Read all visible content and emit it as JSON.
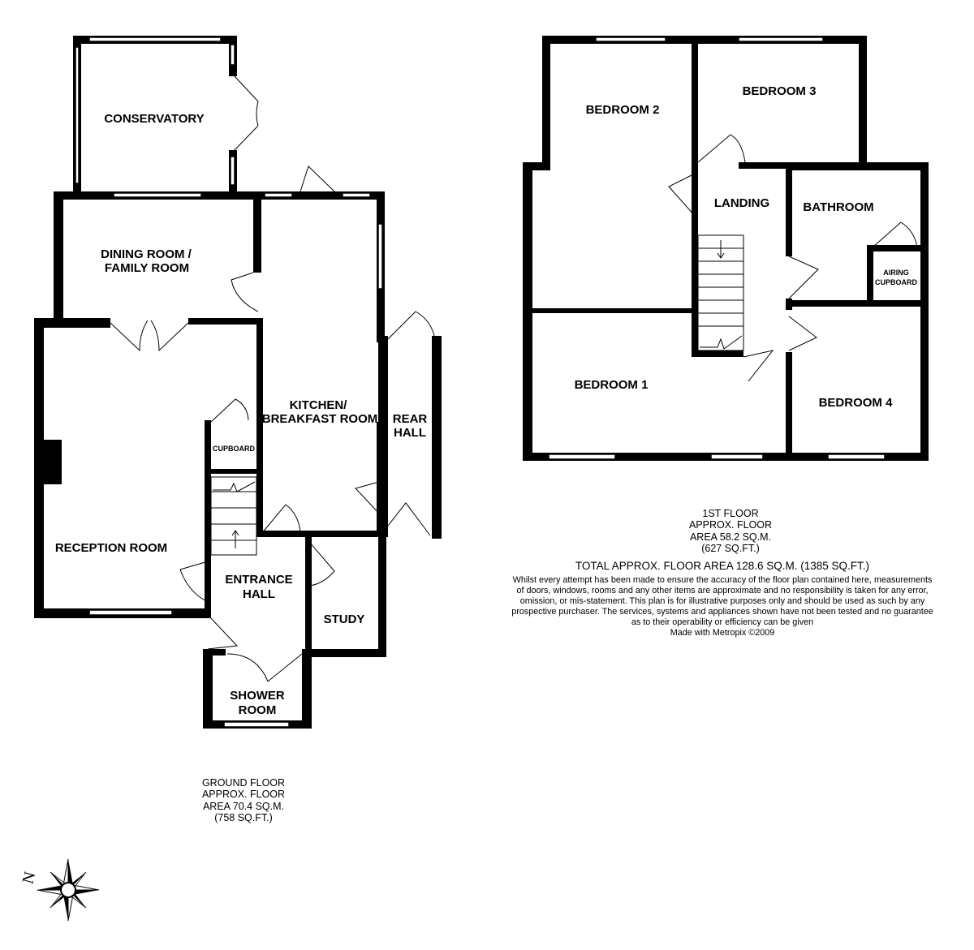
{
  "ground_floor": {
    "rooms": {
      "conservatory": "CONSERVATORY",
      "dining_line1": "DINING ROOM /",
      "dining_line2": "FAMILY ROOM",
      "kitchen_line1": "KITCHEN/",
      "kitchen_line2": "BREAKFAST ROOM",
      "rear_hall_line1": "REAR",
      "rear_hall_line2": "HALL",
      "cupboard": "CUPBOARD",
      "reception": "RECEPTION ROOM",
      "entrance_line1": "ENTRANCE",
      "entrance_line2": "HALL",
      "study": "STUDY",
      "shower_line1": "SHOWER",
      "shower_line2": "ROOM"
    },
    "area_note": [
      "GROUND FLOOR",
      "APPROX. FLOOR",
      "AREA 70.4 SQ.M.",
      "(758 SQ.FT.)"
    ]
  },
  "first_floor": {
    "rooms": {
      "bedroom2": "BEDROOM 2",
      "bedroom3": "BEDROOM 3",
      "landing": "LANDING",
      "bathroom": "BATHROOM",
      "airing_line1": "AIRING",
      "airing_line2": "CUPBOARD",
      "bedroom1": "BEDROOM 1",
      "bedroom4": "BEDROOM 4"
    },
    "area_note": [
      "1ST FLOOR",
      "APPROX. FLOOR",
      "AREA 58.2 SQ.M.",
      "(627 SQ.FT.)"
    ]
  },
  "total_area": "TOTAL APPROX. FLOOR AREA 128.6 SQ.M. (1385 SQ.FT.)",
  "disclaimer": [
    "Whilst every attempt has been made to ensure the accuracy of the floor plan contained here, measurements",
    "of doors, windows, rooms and any other items are approximate and no responsibility is taken for any error,",
    "omission, or mis-statement. This plan is for illustrative purposes only and should be used as such by any",
    "prospective purchaser. The services, systems and appliances shown have not been tested and no guarantee",
    "as to their operability or efficiency can be given",
    "Made with Metropix ©2009"
  ],
  "compass": {
    "letter": "N",
    "icon": "compass-rose-icon"
  },
  "colors": {
    "wall": "#000000",
    "background": "#ffffff"
  }
}
